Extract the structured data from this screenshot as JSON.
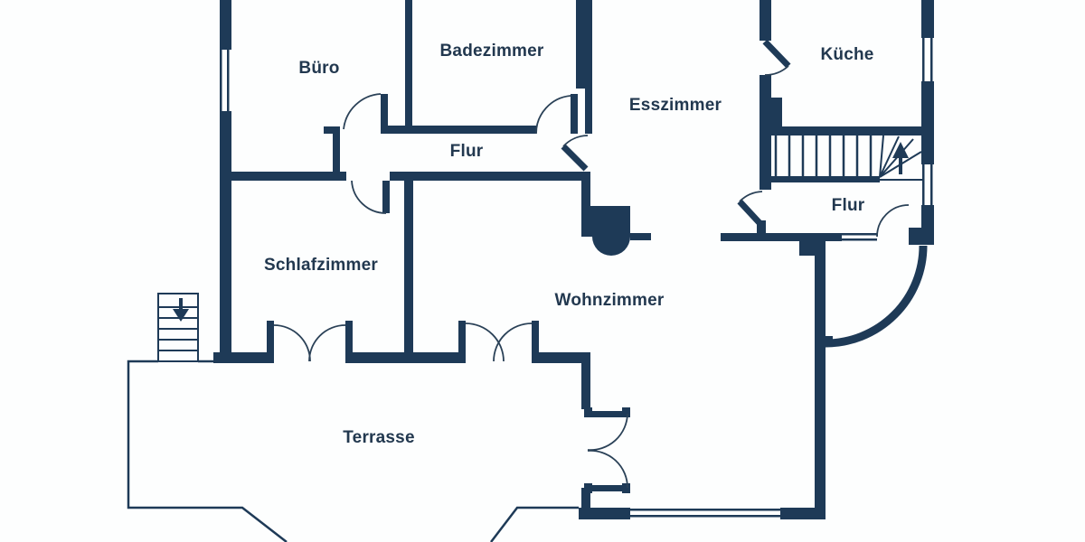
{
  "plan": {
    "colors": {
      "wall": "#1e3a57",
      "background": "#fdfefe",
      "text": "#22384f"
    },
    "rooms": [
      {
        "id": "buero",
        "label": "Büro"
      },
      {
        "id": "badezimmer",
        "label": "Badezimmer"
      },
      {
        "id": "esszimmer",
        "label": "Esszimmer"
      },
      {
        "id": "kueche",
        "label": "Küche"
      },
      {
        "id": "flur_mitte",
        "label": "Flur"
      },
      {
        "id": "flur_rechts",
        "label": "Flur"
      },
      {
        "id": "schlafzimmer",
        "label": "Schlafzimmer"
      },
      {
        "id": "wohnzimmer",
        "label": "Wohnzimmer"
      },
      {
        "id": "terrasse",
        "label": "Terrasse"
      }
    ],
    "symbols": {
      "main_stairs_arrow": "up",
      "exterior_stairs_arrow": "down"
    }
  }
}
